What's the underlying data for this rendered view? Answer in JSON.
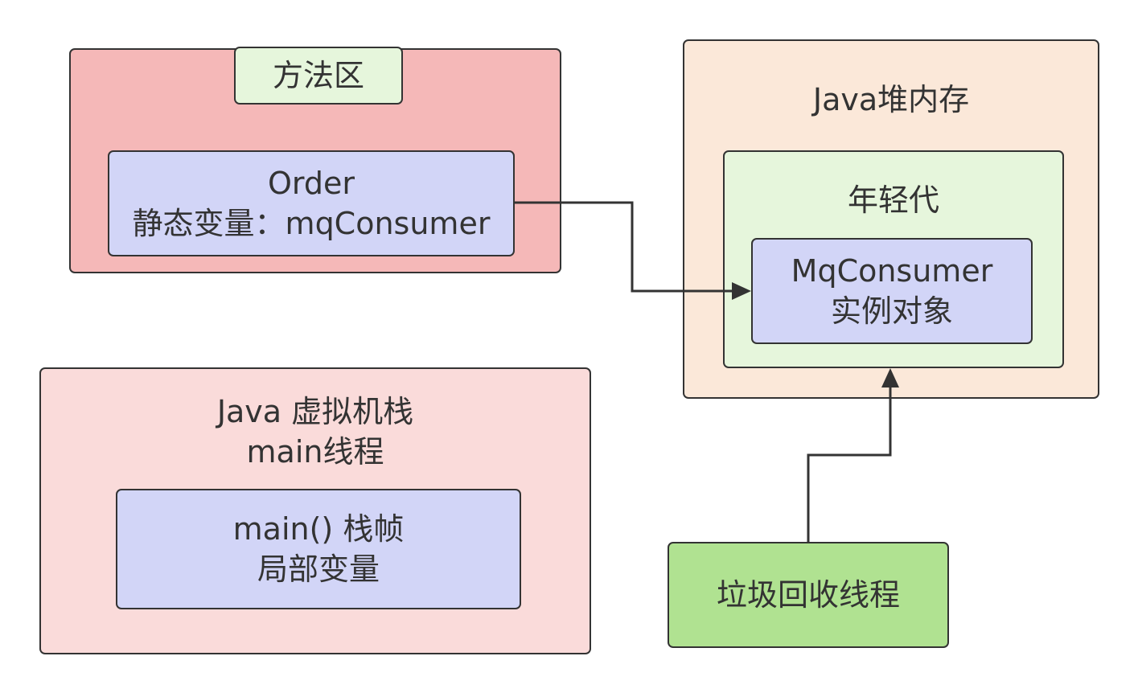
{
  "method_area": {
    "tab": "方法区",
    "order": {
      "line1": "Order",
      "line2": "静态变量：mqConsumer"
    }
  },
  "heap": {
    "title": "Java堆内存",
    "young": {
      "title": "年轻代",
      "instance": {
        "line1": "MqConsumer",
        "line2": "实例对象"
      }
    }
  },
  "vm_stack": {
    "title_line1": "Java 虚拟机栈",
    "title_line2": "main线程",
    "frame": {
      "line1": "main() 栈帧",
      "line2": "局部变量"
    }
  },
  "gc_thread": {
    "label": "垃圾回收线程"
  },
  "colors": {
    "method_area_bg": "#f5b8b8",
    "tab_bg": "#e6f6dc",
    "node_bg": "#d2d5f7",
    "heap_bg": "#fbe8d9",
    "young_bg": "#e6f6dc",
    "stack_bg": "#fadbda",
    "gc_bg": "#b0e291",
    "stroke": "#333333"
  }
}
